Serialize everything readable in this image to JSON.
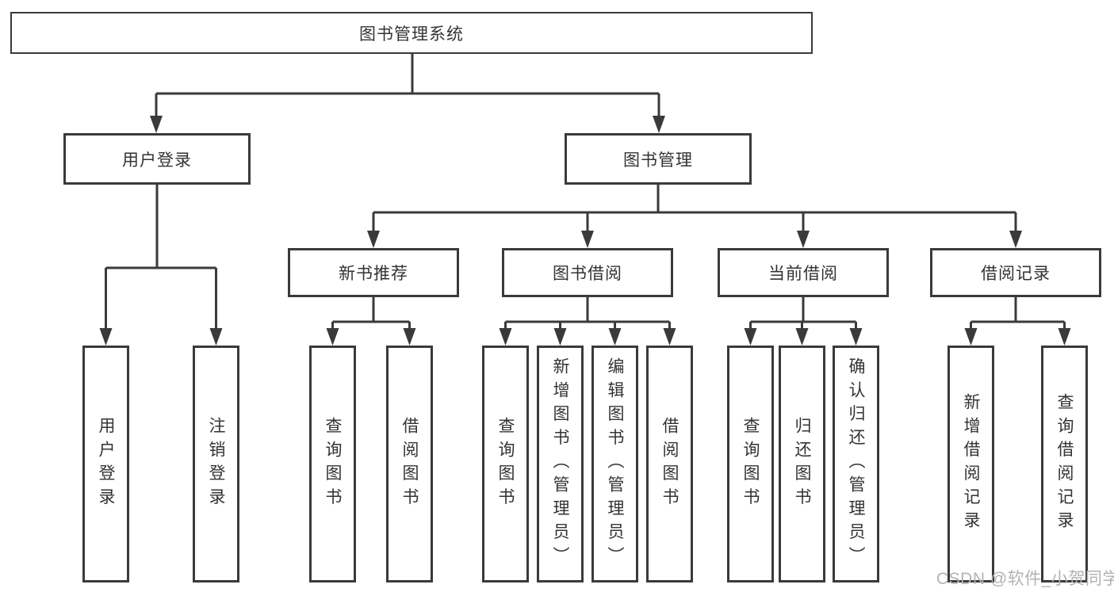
{
  "colors": {
    "line": "#3a3a3a",
    "ink": "#333333",
    "wm": "#b2b2b2",
    "bg": "#ffffff"
  },
  "diagram": {
    "root": {
      "label": "图书管理系统"
    },
    "level1": [
      {
        "label": "用户登录"
      },
      {
        "label": "图书管理"
      }
    ],
    "level2": [
      {
        "label": "新书推荐"
      },
      {
        "label": "图书借阅"
      },
      {
        "label": "当前借阅"
      },
      {
        "label": "借阅记录"
      }
    ],
    "leaves": [
      {
        "label": "用户登录",
        "parent": "用户登录"
      },
      {
        "label": "注销登录",
        "parent": "用户登录"
      },
      {
        "label": "查询图书",
        "parent": "新书推荐"
      },
      {
        "label": "借阅图书",
        "parent": "新书推荐"
      },
      {
        "label": "查询图书",
        "parent": "图书借阅"
      },
      {
        "label": "新增图书（管理员）",
        "parent": "图书借阅"
      },
      {
        "label": "编辑图书（管理员）",
        "parent": "图书借阅"
      },
      {
        "label": "借阅图书",
        "parent": "图书借阅"
      },
      {
        "label": "查询图书",
        "parent": "当前借阅"
      },
      {
        "label": "归还图书",
        "parent": "当前借阅"
      },
      {
        "label": "确认归还（管理员）",
        "parent": "当前借阅"
      },
      {
        "label": "新增借阅记录",
        "parent": "借阅记录"
      },
      {
        "label": "查询借阅记录",
        "parent": "借阅记录"
      }
    ]
  },
  "watermark": {
    "text": "CSDN @软件_小贺同学"
  }
}
